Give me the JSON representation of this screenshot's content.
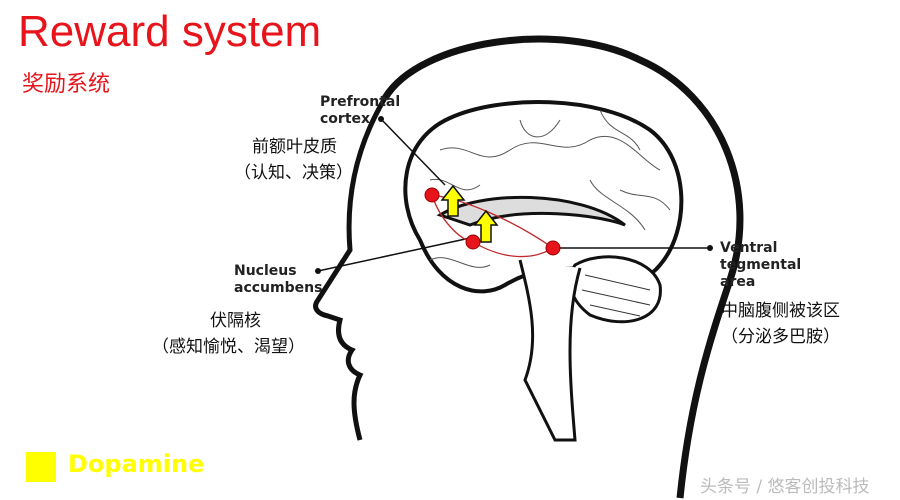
{
  "title": "Reward system",
  "subtitle": "奖励系统",
  "labels": {
    "prefrontal_en": [
      "Prefrontal",
      "cortex"
    ],
    "prefrontal_cn": [
      "前额叶皮质",
      "（认知、决策）"
    ],
    "nucleus_en": [
      "Nucleus",
      "accumbens"
    ],
    "nucleus_cn": [
      "伏隔核",
      "（感知愉悦、渴望）"
    ],
    "vta_en": [
      "Ventral",
      "tegmental",
      "area"
    ],
    "vta_cn": [
      "中脑腹侧被该区",
      "（分泌多巴胺）"
    ]
  },
  "legend": {
    "label": "Dopamine",
    "color": "#ffff00"
  },
  "colors": {
    "title": "#e8141c",
    "node": "#e8141c",
    "arrow": "#ffff00",
    "pathway": "#c0282a"
  },
  "watermark": "头条号 / 悠客创投科技"
}
